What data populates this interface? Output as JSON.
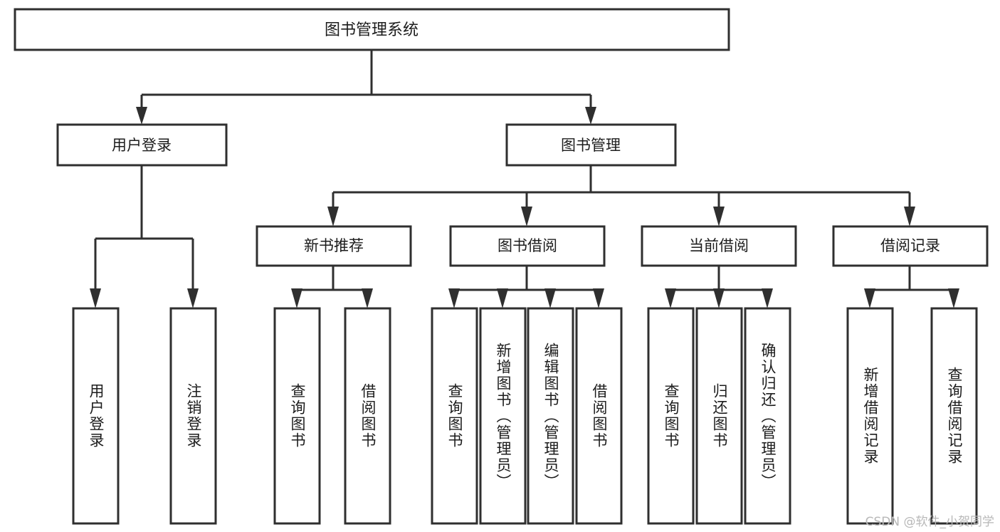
{
  "diagram": {
    "type": "tree-hierarchy",
    "title": "图书管理系统",
    "orientation": "top-down",
    "watermark": "CSDN @软件_小贺同学",
    "colors": {
      "background": "#ffffff",
      "box_fill": "#ffffff",
      "box_stroke": "#2f2f2f",
      "text": "#1c1c1c",
      "watermark": "#b8b8b8"
    },
    "root": {
      "id": "root",
      "label": "图书管理系统"
    },
    "level2": [
      {
        "id": "user-login",
        "label": "用户登录"
      },
      {
        "id": "book-management",
        "label": "图书管理"
      }
    ],
    "level3": [
      {
        "id": "new-book-recommend",
        "label": "新书推荐",
        "parent": "book-management"
      },
      {
        "id": "book-borrow",
        "label": "图书借阅",
        "parent": "book-management"
      },
      {
        "id": "current-borrow",
        "label": "当前借阅",
        "parent": "book-management"
      },
      {
        "id": "borrow-record",
        "label": "借阅记录",
        "parent": "book-management"
      }
    ],
    "leaves": [
      {
        "id": "leaf-user-login",
        "label": "用户登录",
        "parent": "user-login"
      },
      {
        "id": "leaf-logout",
        "label": "注销登录",
        "parent": "user-login"
      },
      {
        "id": "leaf-query-book-1",
        "label": "查询图书",
        "parent": "new-book-recommend"
      },
      {
        "id": "leaf-borrow-book-1",
        "label": "借阅图书",
        "parent": "new-book-recommend"
      },
      {
        "id": "leaf-query-book-2",
        "label": "查询图书",
        "parent": "book-borrow"
      },
      {
        "id": "leaf-add-book",
        "label": "新增图书（管理员）",
        "parent": "book-borrow"
      },
      {
        "id": "leaf-edit-book",
        "label": "编辑图书（管理员）",
        "parent": "book-borrow"
      },
      {
        "id": "leaf-borrow-book-2",
        "label": "借阅图书",
        "parent": "book-borrow"
      },
      {
        "id": "leaf-query-book-3",
        "label": "查询图书",
        "parent": "current-borrow"
      },
      {
        "id": "leaf-return-book",
        "label": "归还图书",
        "parent": "current-borrow"
      },
      {
        "id": "leaf-confirm-return",
        "label": "确认归还（管理员）",
        "parent": "current-borrow"
      },
      {
        "id": "leaf-add-record",
        "label": "新增借阅记录",
        "parent": "borrow-record"
      },
      {
        "id": "leaf-query-record",
        "label": "查询借阅记录",
        "parent": "borrow-record"
      }
    ]
  }
}
